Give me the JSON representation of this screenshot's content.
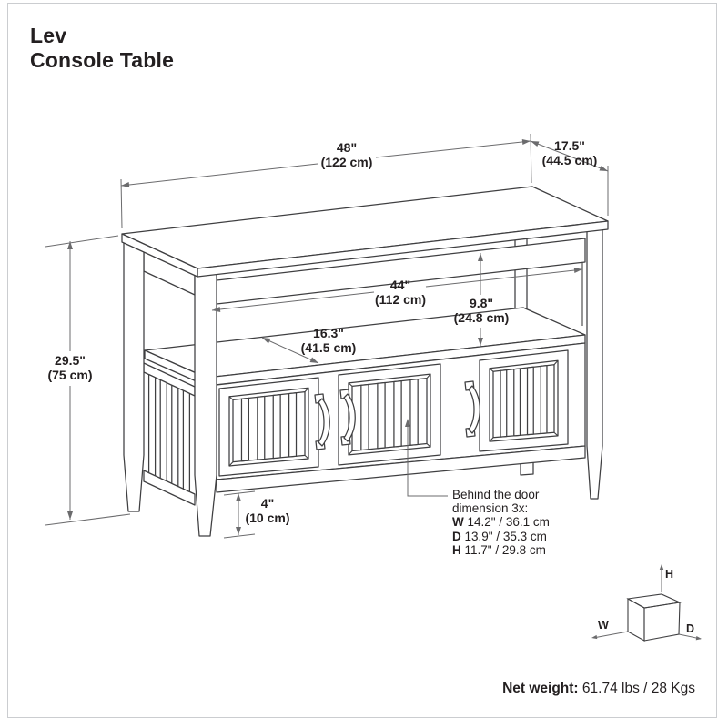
{
  "title": {
    "line1": "Lev",
    "line2": "Console Table"
  },
  "dims": {
    "width": {
      "in": "48\"",
      "cm": "(122 cm)"
    },
    "depth": {
      "in": "17.5\"",
      "cm": "(44.5 cm)"
    },
    "height": {
      "in": "29.5\"",
      "cm": "(75 cm)"
    },
    "shelf_width": {
      "in": "44\"",
      "cm": "(112 cm)"
    },
    "opening_height": {
      "in": "9.8\"",
      "cm": "(24.8 cm)"
    },
    "shelf_depth": {
      "in": "16.3\"",
      "cm": "(41.5 cm)"
    },
    "leg_clearance": {
      "in": "4\"",
      "cm": "(10 cm)"
    }
  },
  "callout": {
    "line1": "Behind the door",
    "line2": "dimension 3x:",
    "rows": [
      {
        "k": "W",
        "v": "14.2\" / 36.1 cm"
      },
      {
        "k": "D",
        "v": "13.9\" / 35.3 cm"
      },
      {
        "k": "H",
        "v": "11.7\" / 29.8 cm"
      }
    ]
  },
  "cube": {
    "h": "H",
    "w": "W",
    "d": "D"
  },
  "footer": {
    "label": "Net weight:",
    "value": "61.74 lbs / 28 Kgs"
  },
  "colors": {
    "line": "#3f3f41",
    "dimension_line": "#6b6b6d",
    "text": "#231f20",
    "background": "#ffffff"
  }
}
